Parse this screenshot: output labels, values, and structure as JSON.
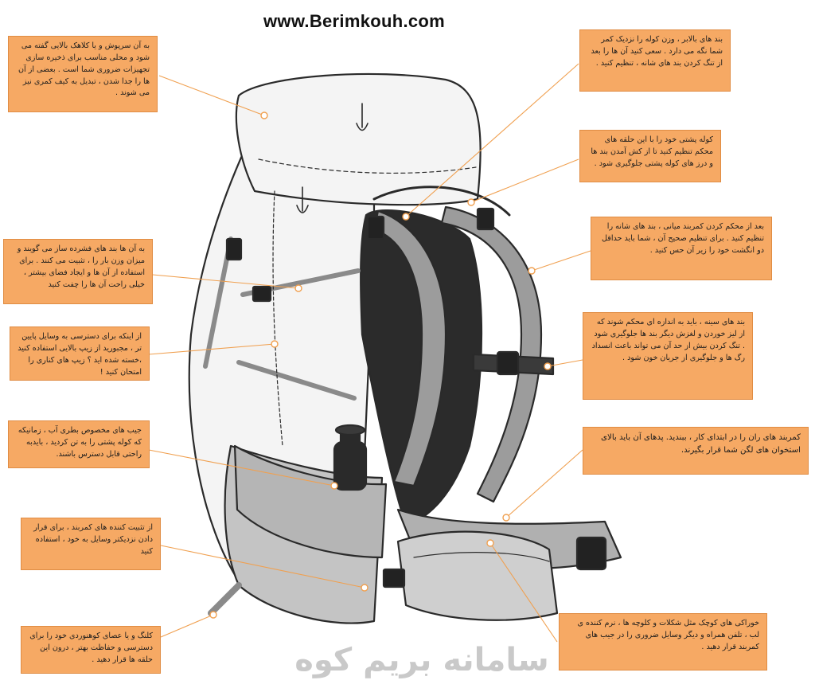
{
  "header": {
    "site_url": "www.Berimkouh.com"
  },
  "footer": {
    "brand_text": "سامانه بریم کوه"
  },
  "colors": {
    "callout_fill": "#f6a964",
    "leader_line": "#f0a050",
    "pack_outline": "#2a2a2a",
    "pack_light": "#f4f4f4",
    "pack_mid": "#c4c4c4",
    "pack_dark": "#8a8a8a",
    "back_panel": "#2b2b2b"
  },
  "callouts": {
    "lid": "به آن سرپوش و یا کلاهک بالایی گفته می شود و محلی مناسب برای ذخیره سازی تجهیزات ضروری شما است . بعضی از آن ها را جدا شدن ، تبدیل به کیف کمری نیز می شوند .",
    "compression": "به آن ها بند های فشرده ساز می گویند و میزان وزن بار را ، تثبیت می کنند . برای استفاده از آن ها و ایجاد فضای بیشتر ، خیلی راحت آن ها را چفت کنید",
    "side_zip": "از اینکه برای دسترسی به وسایل پایین تر ، مجبورید از زیپ بالایی استفاده کنید ،خسته شده اید ؟ زیپ های کناری را امتحان کنید !",
    "bottle_pocket": "جیب های مخصوص بطری آب ، زمانیکه که کوله پشتی را به تن کردید ، بایدبه راحتی قابل دسترس باشند.",
    "hipbelt_stabilizer": "از تثبیت کننده های کمربند ، برای قرار دادن نزدیکتر وسایل به خود ، استفاده کنید",
    "tool_loops": "کلنگ و یا عصای کوهنوردی خود را برای دسترسی و حفاظت بهتر ، درون این حلقه ها قرار دهید .",
    "load_lifters": "بند های بالابر ، وزن کوله را نزدیک کمر شما نگه می دارد . سعی کنید آن ها را بعد از تنگ کردن بند های شانه ، تنظیم کنید .",
    "frame_rings": "کوله پشتی خود را با این حلقه های محکم تنظیم کنید تا از کش آمدن بند ها و درز های کوله پشتی جلوگیری شود .",
    "shoulder_straps": "بعد از محکم کردن کمربند میانی ، بند های شانه را تنظیم کنید . برای تنظیم صحیح آن ، شما باید حداقل دو انگشت خود را زیر آن حس کنید .",
    "sternum_strap": "بند های سینه ، باید به اندازه ای محکم شوند که از لیز خوردن و لغزش دیگر بند ها جلوگیری شود . تنگ کردن بیش از حد آن می تواند باعث انسداد رگ ها و جلوگیری از جریان خون شود .",
    "hipbelt": "کمربند های ران را در ابتدای کار ، ببندید. پدهای آن باید بالای استخوان های لگن شما قرار بگیرند.",
    "hip_pocket": "خوراکی های کوچک مثل شکلات و کلوچه ها ، نرم کننده ی لب ، تلفن همراه و دیگر وسایل ضروری را در جیب های کمربند قرار دهید ."
  }
}
